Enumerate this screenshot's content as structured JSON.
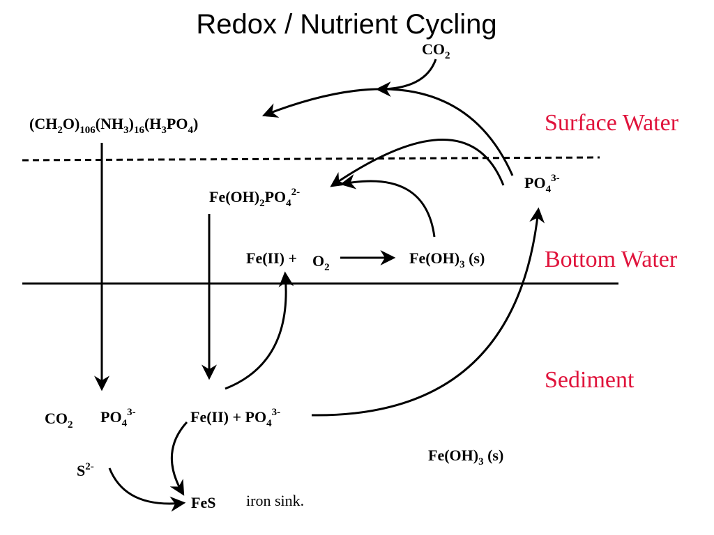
{
  "title": "Redox / Nutrient Cycling",
  "zones": {
    "surface": "Surface Water",
    "bottom": "Bottom Water",
    "sediment": "Sediment"
  },
  "species": {
    "co2_top": {
      "base": "CO",
      "sub": "2"
    },
    "organic_matter": {
      "p1": "(CH",
      "s1": "2",
      "p2": "O)",
      "s2": "106",
      "p3": "(NH",
      "s3": "3",
      "p4": ")",
      "s4": "16",
      "p5": "(H",
      "s5": "3",
      "p6": "PO",
      "s6": "4",
      "p7": ")"
    },
    "po4_surface": {
      "base": "PO",
      "sub": "4",
      "sup": "3-"
    },
    "fe_phosphate": {
      "p1": "Fe(OH)",
      "s1": "2",
      "p2": "PO",
      "s2": "4",
      "sup": "2-"
    },
    "fe2_bottom": "Fe(II) +",
    "o2": {
      "base": "O",
      "sub": "2"
    },
    "feoh3_bottom": {
      "p1": "Fe(OH)",
      "sub": "3",
      "p2": " (s)"
    },
    "co2_sediment": {
      "base": "CO",
      "sub": "2"
    },
    "po4_sediment": {
      "base": "PO",
      "sub": "4",
      "sup": "3-"
    },
    "fe2_po4_sediment": {
      "p1": "Fe(II) + PO",
      "sub": "4",
      "sup": "3-"
    },
    "sulfide": {
      "base": "S",
      "sup": "2-"
    },
    "fes": "FeS",
    "feoh3_sediment": {
      "p1": "Fe(OH)",
      "sub": "3",
      "p2": " (s)"
    }
  },
  "notes": {
    "iron_sink": "iron sink."
  }
}
